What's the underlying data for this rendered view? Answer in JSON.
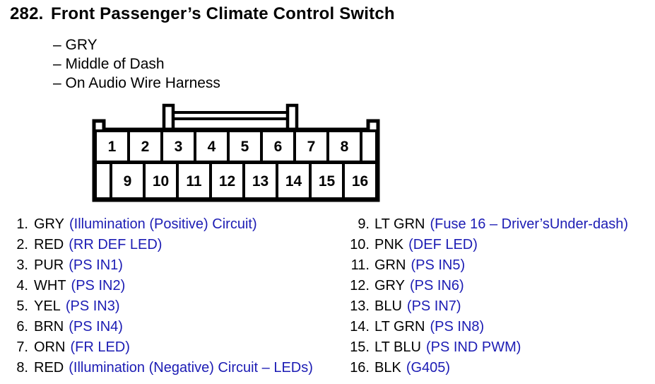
{
  "colors": {
    "ink": "#000000",
    "circuit_blue": "#1c1cb4",
    "background": "#ffffff"
  },
  "header": {
    "number": "282.",
    "title": "Front Passenger’s Climate Control Switch"
  },
  "notes": [
    "– GRY",
    "– Middle of Dash",
    "– On Audio Wire Harness"
  ],
  "connector": {
    "top_pins": [
      "1",
      "2",
      "3",
      "4",
      "5",
      "6",
      "7",
      "8"
    ],
    "bottom_pins": [
      "9",
      "10",
      "11",
      "12",
      "13",
      "14",
      "15",
      "16"
    ]
  },
  "pin_list": {
    "left": [
      {
        "num": "1.",
        "wire_color": "GRY",
        "circuit": "(Illumination (Positive) Circuit)"
      },
      {
        "num": "2.",
        "wire_color": "RED",
        "circuit": "(RR DEF LED)"
      },
      {
        "num": "3.",
        "wire_color": "PUR",
        "circuit": "(PS IN1)"
      },
      {
        "num": "4.",
        "wire_color": "WHT",
        "circuit": "(PS IN2)"
      },
      {
        "num": "5.",
        "wire_color": "YEL",
        "circuit": "(PS IN3)"
      },
      {
        "num": "6.",
        "wire_color": "BRN",
        "circuit": "(PS IN4)"
      },
      {
        "num": "7.",
        "wire_color": "ORN",
        "circuit": "(FR LED)"
      },
      {
        "num": "8.",
        "wire_color": "RED",
        "circuit": "(Illumination (Negative) Circuit – LEDs)"
      }
    ],
    "right": [
      {
        "num": "9.",
        "wire_color": "LT GRN",
        "circuit": "(Fuse 16 – Driver’sUnder-dash)"
      },
      {
        "num": "10.",
        "wire_color": "PNK",
        "circuit": "(DEF LED)"
      },
      {
        "num": "11.",
        "wire_color": "GRN",
        "circuit": "(PS IN5)"
      },
      {
        "num": "12.",
        "wire_color": "GRY",
        "circuit": "(PS IN6)"
      },
      {
        "num": "13.",
        "wire_color": "BLU",
        "circuit": "(PS IN7)"
      },
      {
        "num": "14.",
        "wire_color": "LT GRN",
        "circuit": "(PS IN8)"
      },
      {
        "num": "15.",
        "wire_color": "LT BLU",
        "circuit": "(PS IND PWM)"
      },
      {
        "num": "16.",
        "wire_color": "BLK",
        "circuit": "(G405)"
      }
    ]
  }
}
